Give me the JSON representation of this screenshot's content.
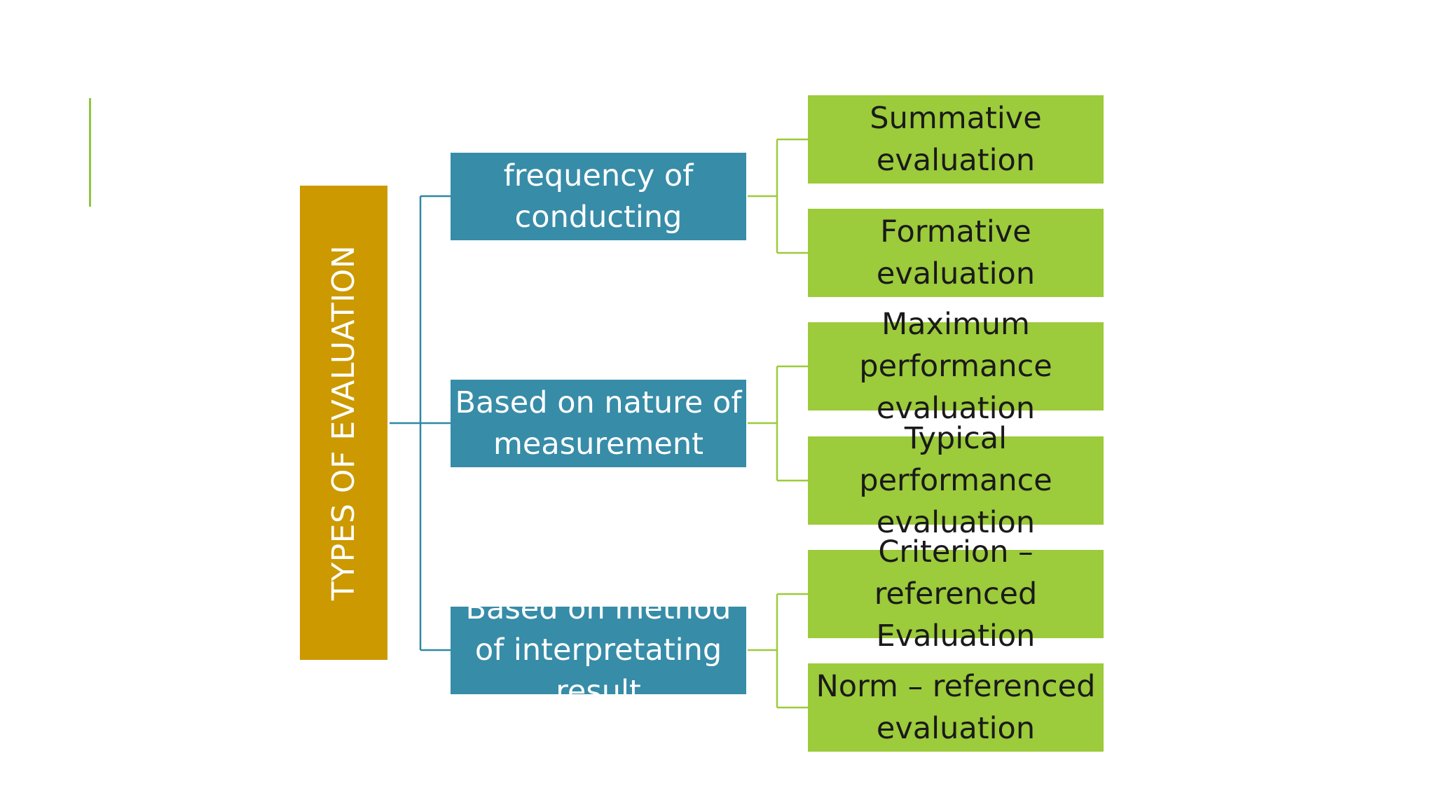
{
  "diagram": {
    "root": {
      "label": "TYPES OF EVALUATION"
    },
    "branches": [
      {
        "label": "Based on frequency of conducting evaluation",
        "children": [
          {
            "label": "Summative evaluation"
          },
          {
            "label": "Formative evaluation"
          }
        ]
      },
      {
        "label": "Based on nature of measurement",
        "children": [
          {
            "label": "Maximum performance evaluation"
          },
          {
            "label": "Typical performance evaluation"
          }
        ]
      },
      {
        "label": "Based on method of interpretating result",
        "children": [
          {
            "label": "Criterion – referenced Evaluation"
          },
          {
            "label": "Norm – referenced evaluation"
          }
        ]
      }
    ]
  },
  "colors": {
    "root": "#cc9900",
    "branch": "#378ca8",
    "leaf": "#9ccb3b",
    "accent": "#8cc63f",
    "root_connector": "#2f87a3",
    "leaf_connector": "#9ccb3b"
  }
}
